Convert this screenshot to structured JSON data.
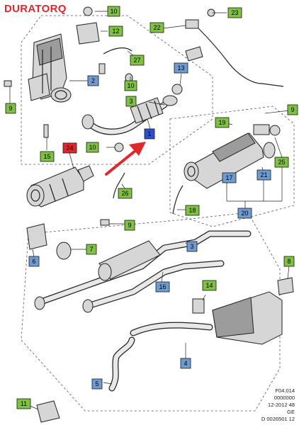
{
  "brand": "DURATORQ",
  "meta": [
    "F04.014",
    "0000000",
    "12-2012 48",
    "GE",
    "D 0026501 12"
  ],
  "colors": {
    "green_box": "#7fc241",
    "blue_box": "#6f9bd3",
    "red_box": "#e3262a",
    "highlight_box": "#2c4fcf",
    "arrow": "#e3262a",
    "brand": "#e3262a"
  },
  "callouts": [
    {
      "label": "10",
      "style": "green"
    },
    {
      "label": "23",
      "style": "green"
    },
    {
      "label": "12",
      "style": "green"
    },
    {
      "label": "22",
      "style": "green"
    },
    {
      "label": "27",
      "style": "green"
    },
    {
      "label": "2",
      "style": "blue"
    },
    {
      "label": "10",
      "style": "green"
    },
    {
      "label": "13",
      "style": "blue"
    },
    {
      "label": "9",
      "style": "green"
    },
    {
      "label": "3",
      "style": "green"
    },
    {
      "label": "19",
      "style": "green"
    },
    {
      "label": "9",
      "style": "green"
    },
    {
      "label": "1",
      "style": "highlight"
    },
    {
      "label": "24",
      "style": "red"
    },
    {
      "label": "10",
      "style": "green"
    },
    {
      "label": "15",
      "style": "green"
    },
    {
      "label": "25",
      "style": "green"
    },
    {
      "label": "17",
      "style": "blue"
    },
    {
      "label": "21",
      "style": "blue"
    },
    {
      "label": "26",
      "style": "green"
    },
    {
      "label": "20",
      "style": "blue"
    },
    {
      "label": "18",
      "style": "green"
    },
    {
      "label": "9",
      "style": "green"
    },
    {
      "label": "6",
      "style": "blue"
    },
    {
      "label": "7",
      "style": "green"
    },
    {
      "label": "3",
      "style": "blue"
    },
    {
      "label": "8",
      "style": "green"
    },
    {
      "label": "16",
      "style": "blue"
    },
    {
      "label": "14",
      "style": "green"
    },
    {
      "label": "4",
      "style": "blue"
    },
    {
      "label": "5",
      "style": "blue"
    },
    {
      "label": "11",
      "style": "green"
    }
  ]
}
